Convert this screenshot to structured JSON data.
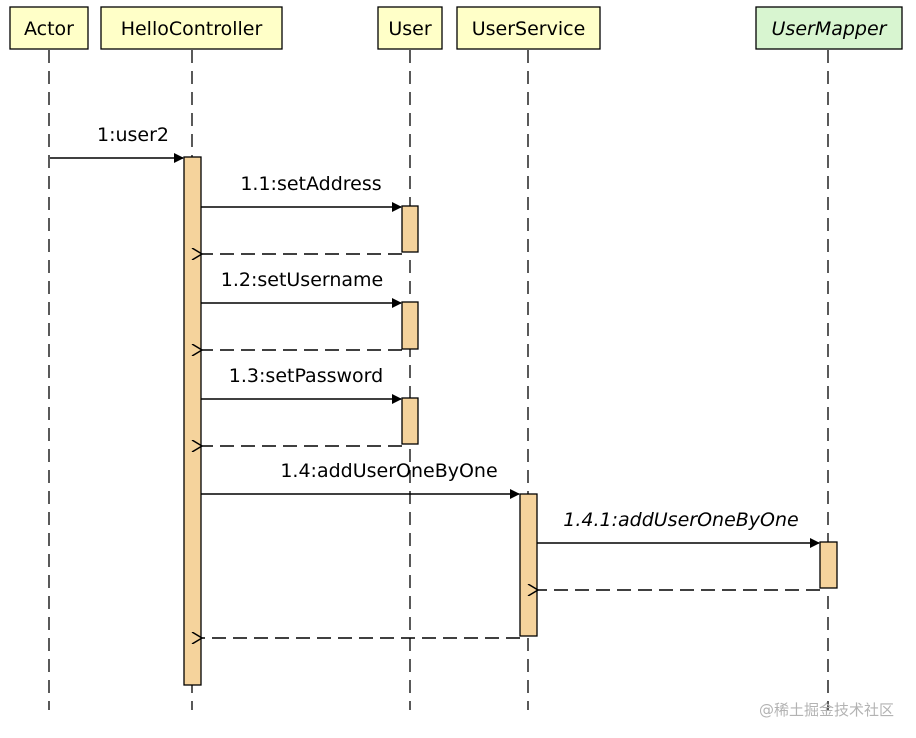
{
  "participants": [
    {
      "id": "actor",
      "name": "Actor",
      "fill": "#ffffc8",
      "italic": false
    },
    {
      "id": "hello",
      "name": "HelloController",
      "fill": "#ffffc8",
      "italic": false
    },
    {
      "id": "user",
      "name": "User",
      "fill": "#ffffc8",
      "italic": false
    },
    {
      "id": "service",
      "name": "UserService",
      "fill": "#ffffc8",
      "italic": false
    },
    {
      "id": "mapper",
      "name": "UserMapper",
      "fill": "#d8f5d0",
      "italic": true
    }
  ],
  "messages": [
    {
      "id": "m1",
      "label": "1:user2",
      "from": "actor",
      "to": "hello",
      "italic": false
    },
    {
      "id": "m11",
      "label": "1.1:setAddress",
      "from": "hello",
      "to": "user",
      "italic": false
    },
    {
      "id": "m12",
      "label": "1.2:setUsername",
      "from": "hello",
      "to": "user",
      "italic": false
    },
    {
      "id": "m13",
      "label": "1.3:setPassword",
      "from": "hello",
      "to": "user",
      "italic": false
    },
    {
      "id": "m14",
      "label": "1.4:addUserOneByOne",
      "from": "hello",
      "to": "service",
      "italic": false
    },
    {
      "id": "m141",
      "label": "1.4.1:addUserOneByOne",
      "from": "service",
      "to": "mapper",
      "italic": true
    }
  ],
  "returns": [
    {
      "id": "r11",
      "from": "user",
      "to": "hello"
    },
    {
      "id": "r12",
      "from": "user",
      "to": "hello"
    },
    {
      "id": "r13",
      "from": "user",
      "to": "hello"
    },
    {
      "id": "r141",
      "from": "mapper",
      "to": "service"
    },
    {
      "id": "r14",
      "from": "service",
      "to": "hello"
    }
  ],
  "activation_fill": "#f5d39c",
  "watermark": "@稀土掘金技术社区"
}
